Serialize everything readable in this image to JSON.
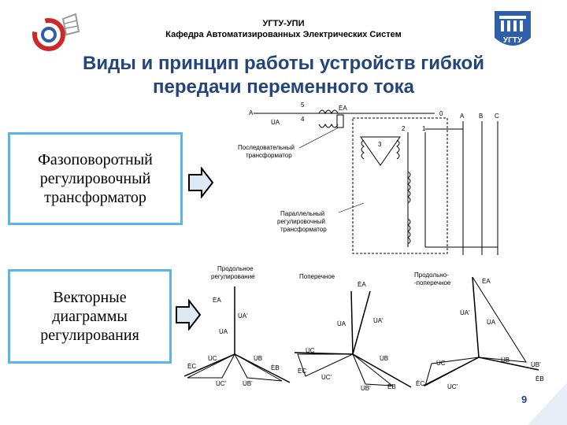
{
  "header": {
    "university": "УГТУ-УПИ",
    "department": "Кафедра Автоматизированных Электрических Систем"
  },
  "title": {
    "line1": "Виды и принцип работы устройств гибкой",
    "line2": "передачи переменного тока"
  },
  "boxes": {
    "box1": [
      "Фазоповоротный",
      "регулировочный",
      "трансформатор"
    ],
    "box2": [
      "Векторные",
      "диаграммы",
      "регулирования"
    ]
  },
  "circuit": {
    "label_series1": "Последовательный",
    "label_series2": "трансформатор",
    "label_parallel1": "Параллельный",
    "label_parallel2": "регулировочный",
    "label_parallel3": "трансформатор",
    "phase_a": "A",
    "phase_b": "B",
    "phase_c": "C",
    "left_a": "A",
    "zero": "0",
    "n5": "5",
    "n4": "4",
    "n3": "3",
    "n2": "2",
    "n1": "1",
    "ea": "ĖA",
    "ua": "U̇A"
  },
  "vectors": {
    "d1_title1": "Продольное",
    "d1_title2": "регулирование",
    "d2_title": "Поперечное",
    "d3_title1": "Продольно-",
    "d3_title2": "-поперечное",
    "ea": "ĖA",
    "ua": "U̇A",
    "uaprime": "U̇A'",
    "ub": "U̇B",
    "ubprime": "U̇B'",
    "uc": "U̇C",
    "ucprime": "U̇C'",
    "eb": "ĖB",
    "ec": "ĖC"
  },
  "page_number": "9",
  "colors": {
    "title": "#24457a",
    "box_border": "#5bb6e6",
    "arrow_fill": "#dfe9f5"
  }
}
